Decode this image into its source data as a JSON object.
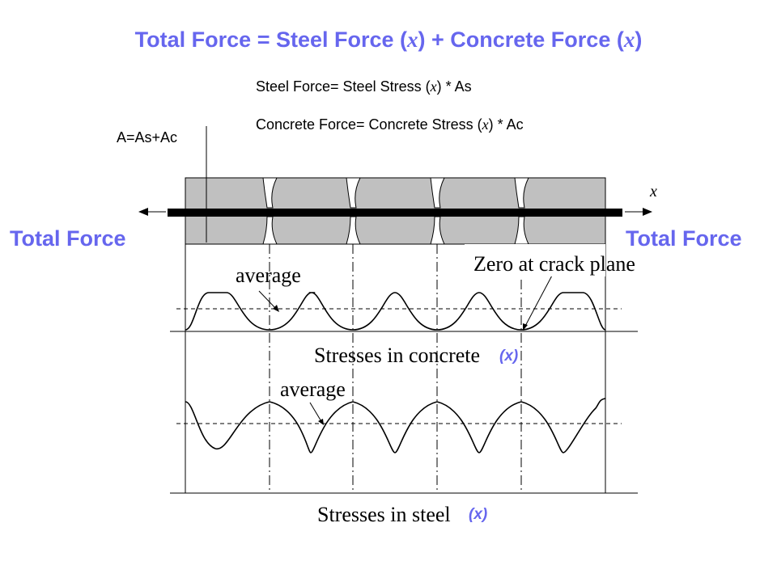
{
  "title": {
    "prefix": "Total Force = Steel Force (",
    "middle": ") + Concrete Force (",
    "suffix": ")",
    "var": "x"
  },
  "equations": {
    "steel_prefix": "Steel Force= Steel Stress (",
    "steel_suffix": ") * As",
    "concrete_prefix": "Concrete Force= Concrete Stress (",
    "concrete_suffix": ") * Ac",
    "var": "x"
  },
  "area_label": "A=As+Ac",
  "axis_label": "x",
  "force_left": "Total Force",
  "force_right": "Total Force",
  "annotations": {
    "zero_crack": "Zero at crack plane",
    "average_concrete": "average",
    "average_steel": "average"
  },
  "captions": {
    "concrete": "Stresses in concrete",
    "steel": "Stresses in steel",
    "x_tag": "(x)"
  },
  "colors": {
    "accent": "#6666ee",
    "member_fill": "#c0c0c0",
    "line": "#000000"
  }
}
